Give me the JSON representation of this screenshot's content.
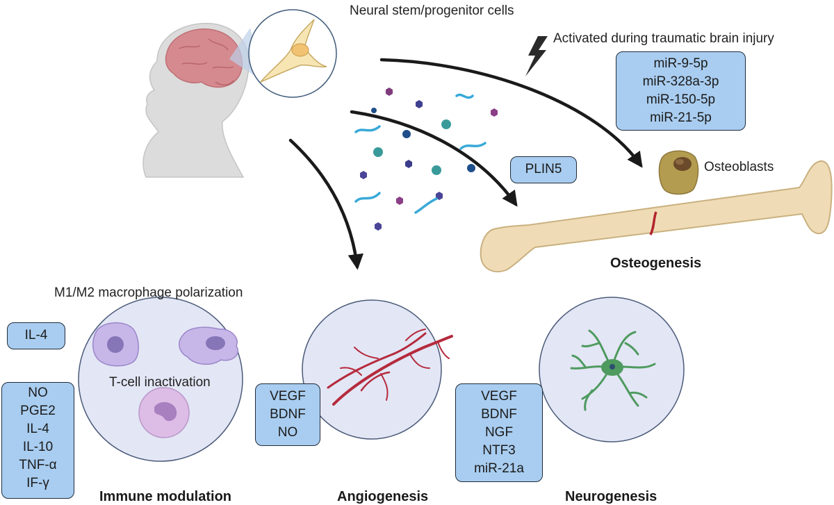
{
  "labels": {
    "nspc": "Neural stem/progenitor cells",
    "tbi": "Activated during traumatic brain injury",
    "osteoblasts": "Osteoblasts",
    "osteogenesis": "Osteogenesis",
    "m1m2": "M1/M2 macrophage polarization",
    "tcell": "T-cell inactivation",
    "immune": "Immune modulation",
    "angio": "Angiogenesis",
    "neuro": "Neurogenesis"
  },
  "boxes": {
    "mirna": [
      "miR-9-5p",
      "miR-328a-3p",
      "miR-150-5p",
      "miR-21-5p"
    ],
    "plin5": "PLIN5",
    "il4": "IL-4",
    "immune_factors": [
      "NO",
      "PGE2",
      "IL-4",
      "IL-10",
      "TNF-α",
      "IF-γ"
    ],
    "angio_factors": [
      "VEGF",
      "BDNF",
      "NO"
    ],
    "neuro_factors": [
      "VEGF",
      "BDNF",
      "NGF",
      "NTF3",
      "miR-21a"
    ]
  },
  "colors": {
    "box_fill": "#a9cdf0",
    "circle_fill": "#e3e6f5",
    "bone": "#efdcb6",
    "fracture": "#b3232e",
    "vessel": "#b52a3c",
    "neuron": "#4e9a5f",
    "arrow": "#1a1a1a"
  }
}
